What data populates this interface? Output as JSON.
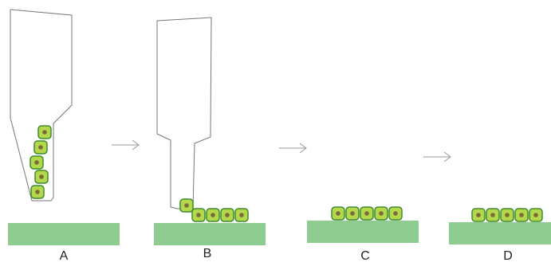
{
  "panels": [
    {
      "label": "A"
    },
    {
      "label": "B"
    },
    {
      "label": "C"
    },
    {
      "label": "D"
    }
  ],
  "colors": {
    "substrate": "#8fcc8f",
    "cell_fill": "#b4d84c",
    "cell_border": "#3f8a2e",
    "nucleus": "#7c6a3a",
    "pipette_outline": "#777777",
    "arrow": "#999999"
  }
}
